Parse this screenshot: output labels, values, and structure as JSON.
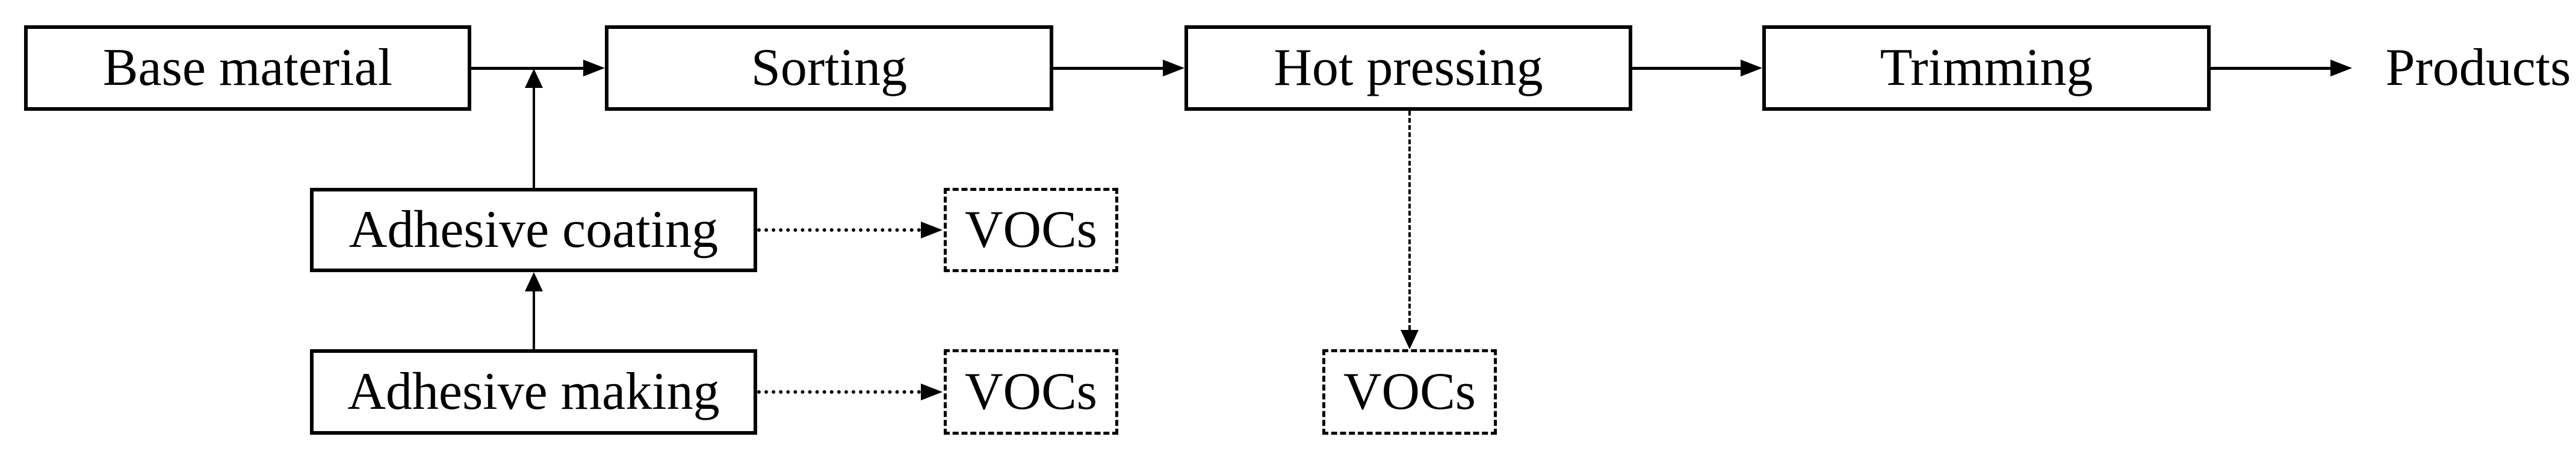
{
  "diagram": {
    "type": "process-flow",
    "colors": {
      "background": "#ffffff",
      "line": "#000000",
      "text": "#000000",
      "box_background": "#ffffff"
    },
    "nodes": {
      "base_material": {
        "label": "Base material",
        "shape": "rect",
        "border": "solid"
      },
      "sorting": {
        "label": "Sorting",
        "shape": "rect",
        "border": "solid"
      },
      "hot_pressing": {
        "label": "Hot pressing",
        "shape": "rect",
        "border": "solid"
      },
      "trimming": {
        "label": "Trimming",
        "shape": "rect",
        "border": "solid"
      },
      "products": {
        "label": "Products",
        "shape": "text",
        "border": "none"
      },
      "adhesive_coating": {
        "label": "Adhesive coating",
        "shape": "rect",
        "border": "solid"
      },
      "adhesive_making": {
        "label": "Adhesive making",
        "shape": "rect",
        "border": "solid"
      },
      "vocs_from_coating": {
        "label": "VOCs",
        "shape": "rect",
        "border": "dashed"
      },
      "vocs_from_making": {
        "label": "VOCs",
        "shape": "rect",
        "border": "dashed"
      },
      "vocs_from_hot_pressing": {
        "label": "VOCs",
        "shape": "rect",
        "border": "dashed"
      }
    },
    "edges": [
      {
        "from": "base_material",
        "to": "sorting",
        "style": "solid-arrow"
      },
      {
        "from": "sorting",
        "to": "hot_pressing",
        "style": "solid-arrow"
      },
      {
        "from": "hot_pressing",
        "to": "trimming",
        "style": "solid-arrow"
      },
      {
        "from": "trimming",
        "to": "products",
        "style": "solid-arrow"
      },
      {
        "from": "adhesive_making",
        "to": "adhesive_coating",
        "style": "solid-arrow"
      },
      {
        "from": "adhesive_coating",
        "to": "base_material_sorting_line",
        "style": "solid-arrow"
      },
      {
        "from": "adhesive_coating",
        "to": "vocs_from_coating",
        "style": "dotted-arrow"
      },
      {
        "from": "adhesive_making",
        "to": "vocs_from_making",
        "style": "dotted-arrow"
      },
      {
        "from": "hot_pressing",
        "to": "vocs_from_hot_pressing",
        "style": "dashed-arrow"
      }
    ]
  }
}
